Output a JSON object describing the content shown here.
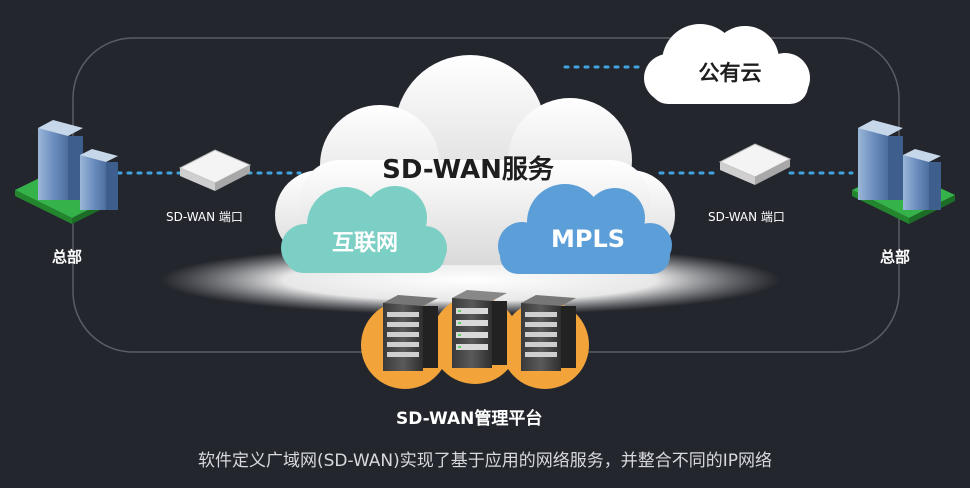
{
  "clouds": {
    "main_title": "SD-WAN服务",
    "internet": "互联网",
    "mpls": "MPLS",
    "public_cloud": "公有云"
  },
  "left_site": {
    "label": "总部",
    "port_label": "SD-WAN 端口"
  },
  "right_site": {
    "label": "总部",
    "port_label": "SD-WAN 端口"
  },
  "platform_label": "SD-WAN管理平台",
  "caption": "软件定义广域网(SD-WAN)实现了基于应用的网络服务，并整合不同的IP网络",
  "colors": {
    "background": "#24262d",
    "internet_cloud": "#7ccfc4",
    "mpls_cloud": "#5c9fd8",
    "platform_circle": "#f2a33a",
    "site_base": "#35b34a",
    "link_dots": "#3fa4e0"
  }
}
